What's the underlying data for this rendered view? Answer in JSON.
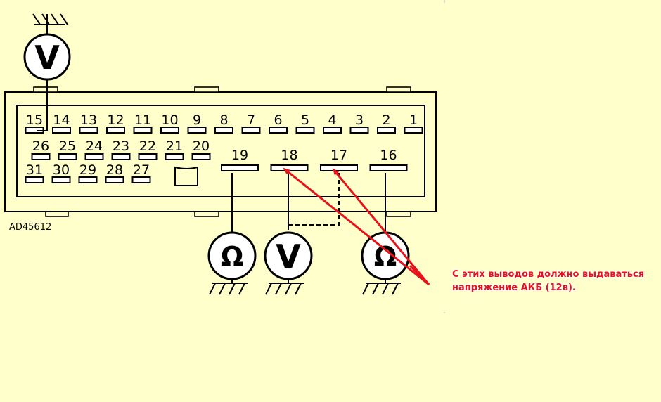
{
  "diagram": {
    "code_label": "AD45612",
    "top_meter": {
      "glyph": "V"
    },
    "bottom_meters": [
      {
        "pin": "19",
        "glyph": "Ω"
      },
      {
        "pin": "18",
        "glyph": "V"
      },
      {
        "pin": "16",
        "glyph": "Ω"
      }
    ],
    "row1_pins": [
      "15",
      "14",
      "13",
      "12",
      "11",
      "10",
      "9",
      "8",
      "7",
      "6",
      "5",
      "4",
      "3",
      "2",
      "1"
    ],
    "row2_pins": [
      "26",
      "25",
      "24",
      "23",
      "22",
      "21",
      "20"
    ],
    "row3_pins": [
      "31",
      "30",
      "29",
      "28",
      "27"
    ],
    "big_pins": [
      "19",
      "18",
      "17",
      "16"
    ]
  },
  "annotation": {
    "line1": "С этих выводов должно выдаваться",
    "line2": "напряжение АКБ (12в).",
    "color": "#e8121a"
  }
}
